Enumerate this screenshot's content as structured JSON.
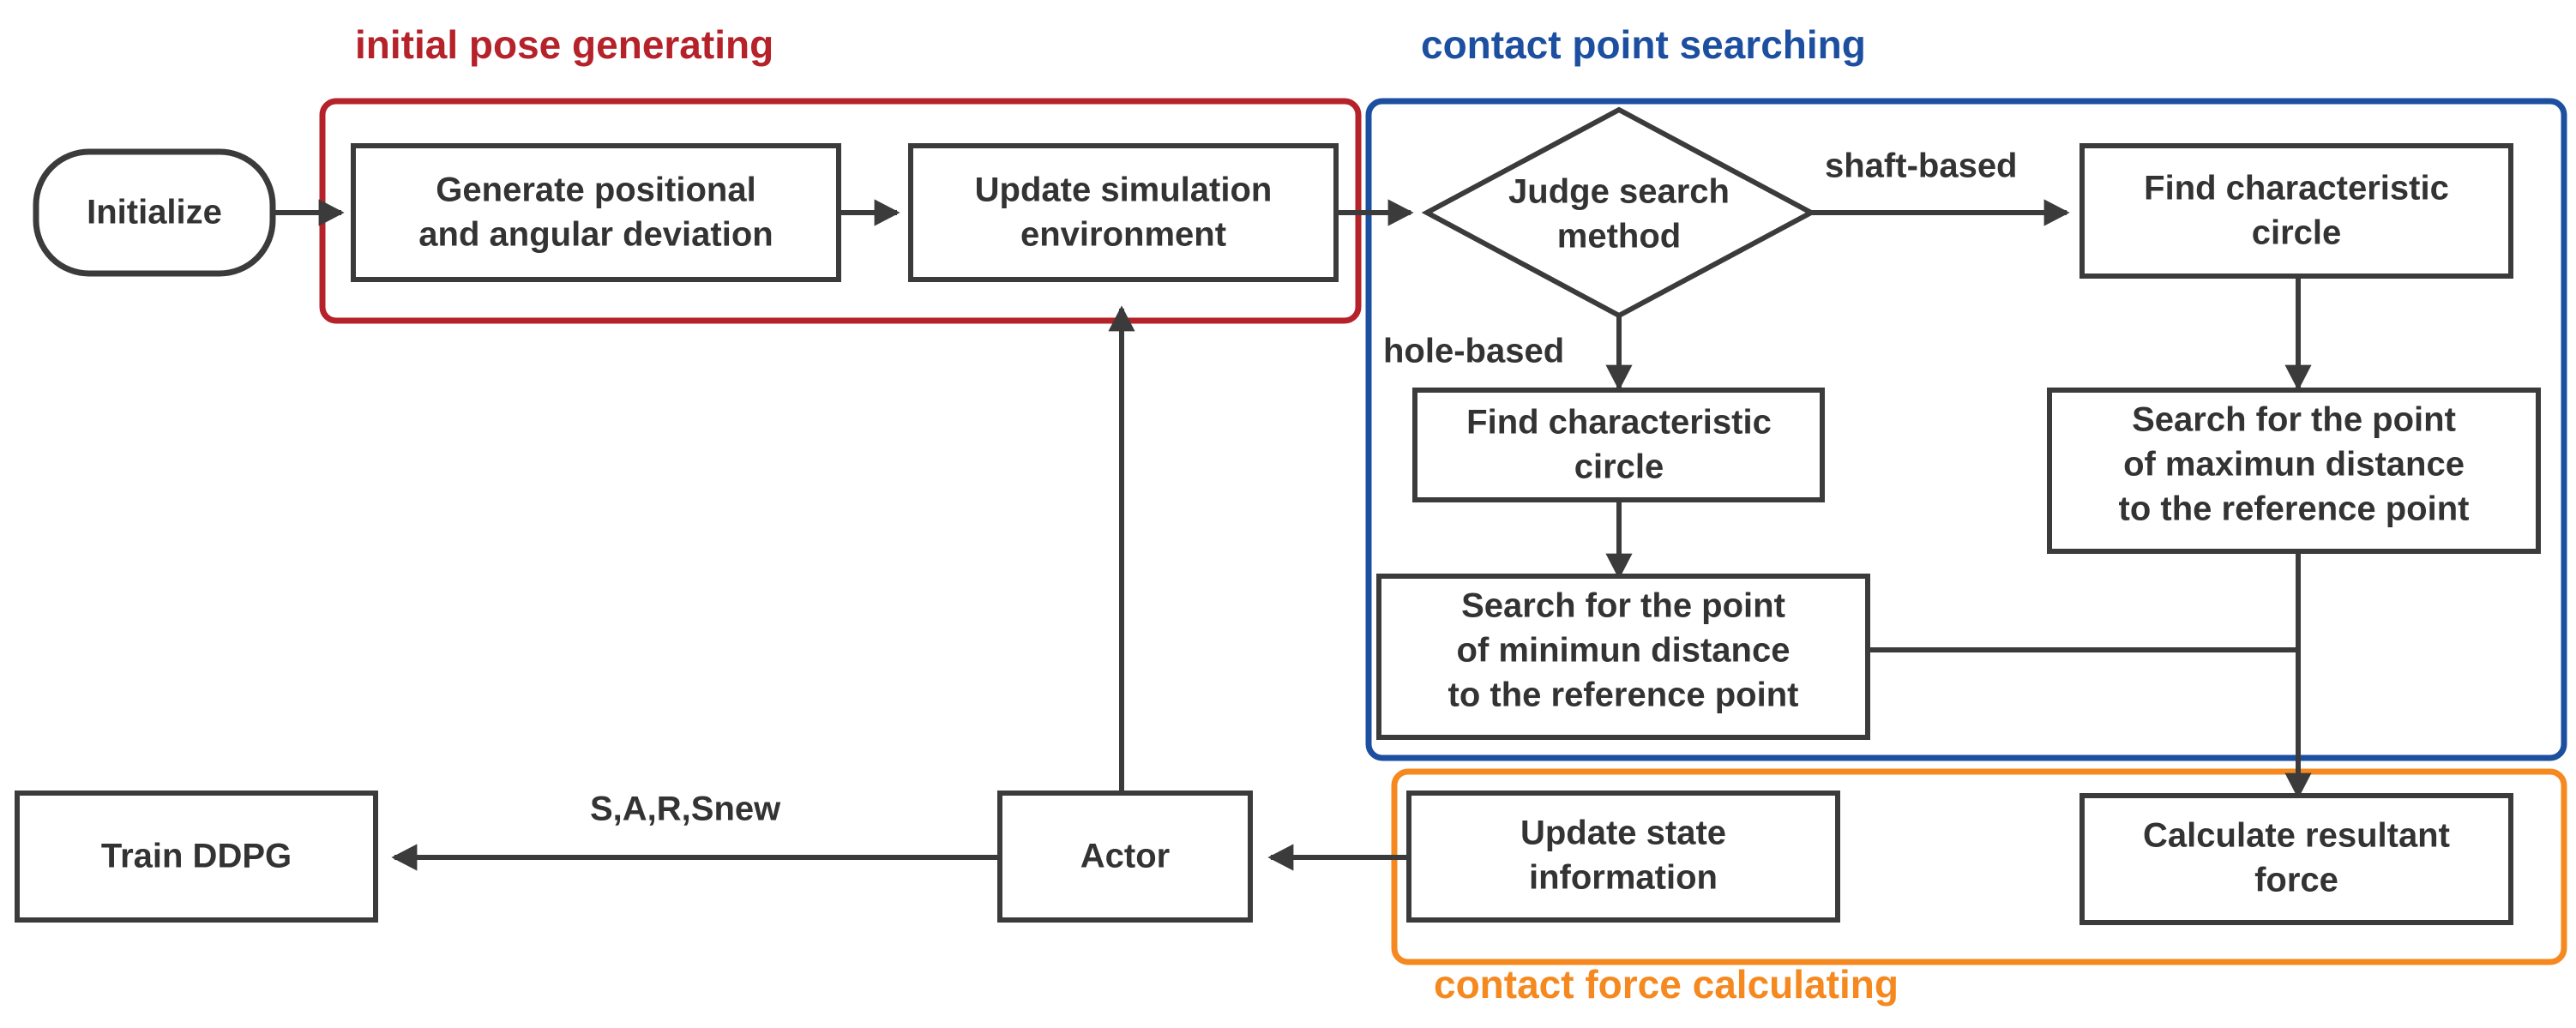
{
  "diagram": {
    "title": "DDPG peg-in-hole assembly flowchart",
    "colors": {
      "red": "#b5222a",
      "blue": "#1d4fa0",
      "orange": "#f5891f",
      "stroke": "#3b3b3b",
      "background": "#ffffff"
    },
    "groups": [
      {
        "id": "initial-pose-generating",
        "label": "initial pose generating",
        "color": "#b5222a",
        "label_position": "top-left"
      },
      {
        "id": "contact-point-searching",
        "label": "contact point searching",
        "color": "#1d4fa0",
        "label_position": "top-left"
      },
      {
        "id": "contact-force-calculating",
        "label": "contact force calculating",
        "color": "#f5891f",
        "label_position": "bottom-left"
      }
    ],
    "nodes": [
      {
        "id": "initialize",
        "shape": "pill",
        "label": "Initialize",
        "lines": [
          "Initialize"
        ]
      },
      {
        "id": "generate-deviation",
        "shape": "rect",
        "label": "Generate positional and angular deviation",
        "lines": [
          "Generate positional",
          "and angular deviation"
        ]
      },
      {
        "id": "update-sim-env",
        "shape": "rect",
        "label": "Update simulation environment",
        "lines": [
          "Update simulation",
          "environment"
        ]
      },
      {
        "id": "judge-search-method",
        "shape": "diamond",
        "label": "Judge search method",
        "lines": [
          "Judge search",
          "method"
        ]
      },
      {
        "id": "find-char-circle-hole",
        "shape": "rect",
        "label": "Find characteristic circle",
        "lines": [
          "Find characteristic",
          "circle"
        ]
      },
      {
        "id": "find-char-circle-shaft",
        "shape": "rect",
        "label": "Find characteristic circle",
        "lines": [
          "Find characteristic",
          "circle"
        ]
      },
      {
        "id": "search-min-distance",
        "shape": "rect",
        "label": "Search for the point of minimun distance to the reference point",
        "lines": [
          "Search for the point",
          "of minimun distance",
          "to the reference point"
        ]
      },
      {
        "id": "search-max-distance",
        "shape": "rect",
        "label": "Search for the point of maximun distance to the reference point",
        "lines": [
          "Search for the point",
          "of maximun distance",
          "to the reference point"
        ]
      },
      {
        "id": "calculate-resultant-force",
        "shape": "rect",
        "label": "Calculate resultant force",
        "lines": [
          "Calculate resultant",
          "force"
        ]
      },
      {
        "id": "update-state-information",
        "shape": "rect",
        "label": "Update state information",
        "lines": [
          "Update state",
          "information"
        ]
      },
      {
        "id": "actor",
        "shape": "rect",
        "label": "Actor",
        "lines": [
          "Actor"
        ]
      },
      {
        "id": "train-ddpg",
        "shape": "rect",
        "label": "Train DDPG",
        "lines": [
          "Train DDPG"
        ]
      }
    ],
    "edge_labels": [
      {
        "id": "shaft-based",
        "text": "shaft-based"
      },
      {
        "id": "hole-based",
        "text": "hole-based"
      },
      {
        "id": "sars",
        "text": "S,A,R,Snew"
      }
    ],
    "edges": [
      {
        "from": "initialize",
        "to": "generate-deviation",
        "arrow": true
      },
      {
        "from": "generate-deviation",
        "to": "update-sim-env",
        "arrow": true
      },
      {
        "from": "update-sim-env",
        "to": "judge-search-method",
        "arrow": true
      },
      {
        "from": "judge-search-method",
        "to": "find-char-circle-shaft",
        "arrow": true,
        "label": "shaft-based"
      },
      {
        "from": "judge-search-method",
        "to": "find-char-circle-hole",
        "arrow": true,
        "label": "hole-based"
      },
      {
        "from": "find-char-circle-hole",
        "to": "search-min-distance",
        "arrow": true
      },
      {
        "from": "find-char-circle-shaft",
        "to": "search-max-distance",
        "arrow": true
      },
      {
        "from": "search-max-distance",
        "to": "calculate-resultant-force",
        "arrow": true
      },
      {
        "from": "search-min-distance",
        "to": "calculate-resultant-force",
        "arrow": false
      },
      {
        "from": "update-state-information",
        "to": "actor",
        "arrow": true
      },
      {
        "from": "actor",
        "to": "train-ddpg",
        "arrow": true,
        "label": "S,A,R,Snew"
      },
      {
        "from": "actor",
        "to": "update-sim-env",
        "arrow": true
      }
    ]
  }
}
